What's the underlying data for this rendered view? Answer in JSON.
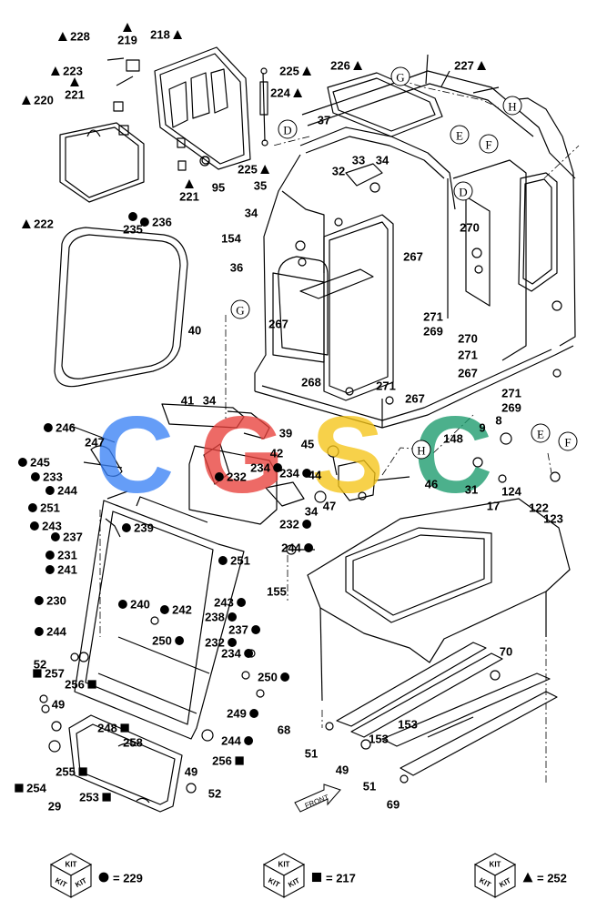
{
  "watermark": {
    "letters": [
      "C",
      "G",
      "S",
      "C"
    ],
    "colors": [
      "#3b82f6",
      "#e8413c",
      "#f5c518",
      "#1a9b6c"
    ]
  },
  "markers": {
    "circle": "●",
    "square": "■",
    "triangle": "▲"
  },
  "callouts": [
    {
      "text": "228",
      "marker": "triangle"
    },
    {
      "text": "219",
      "marker": "triangle"
    },
    {
      "text": "218",
      "marker": "triangle"
    },
    {
      "text": "223",
      "marker": "triangle"
    },
    {
      "text": "220",
      "marker": "triangle"
    },
    {
      "text": "221",
      "marker": "triangle"
    },
    {
      "text": "221",
      "marker": "triangle"
    },
    {
      "text": "95",
      "marker": ""
    },
    {
      "text": "222",
      "marker": "triangle"
    },
    {
      "text": "225",
      "marker": "triangle"
    },
    {
      "text": "224",
      "marker": "triangle"
    },
    {
      "text": "225",
      "marker": "triangle"
    },
    {
      "text": "226",
      "marker": "triangle"
    },
    {
      "text": "227",
      "marker": "triangle"
    },
    {
      "text": "37",
      "marker": ""
    },
    {
      "text": "33",
      "marker": ""
    },
    {
      "text": "34",
      "marker": ""
    },
    {
      "text": "32",
      "marker": ""
    },
    {
      "text": "35",
      "marker": ""
    },
    {
      "text": "34",
      "marker": ""
    },
    {
      "text": "154",
      "marker": ""
    },
    {
      "text": "36",
      "marker": ""
    },
    {
      "text": "267",
      "marker": ""
    },
    {
      "text": "270",
      "marker": ""
    },
    {
      "text": "271",
      "marker": ""
    },
    {
      "text": "269",
      "marker": ""
    },
    {
      "text": "270",
      "marker": ""
    },
    {
      "text": "271",
      "marker": ""
    },
    {
      "text": "267",
      "marker": ""
    },
    {
      "text": "271",
      "marker": ""
    },
    {
      "text": "269",
      "marker": ""
    },
    {
      "text": "236",
      "marker": "circle"
    },
    {
      "text": "235",
      "marker": "circle"
    },
    {
      "text": "40",
      "marker": ""
    },
    {
      "text": "267",
      "marker": ""
    },
    {
      "text": "268",
      "marker": ""
    },
    {
      "text": "271",
      "marker": ""
    },
    {
      "text": "267",
      "marker": ""
    },
    {
      "text": "41",
      "marker": ""
    },
    {
      "text": "34",
      "marker": ""
    },
    {
      "text": "39",
      "marker": ""
    },
    {
      "text": "42",
      "marker": ""
    },
    {
      "text": "234",
      "marker": "circle"
    },
    {
      "text": "234",
      "marker": "circle"
    },
    {
      "text": "232",
      "marker": "circle"
    },
    {
      "text": "45",
      "marker": ""
    },
    {
      "text": "44",
      "marker": ""
    },
    {
      "text": "34",
      "marker": ""
    },
    {
      "text": "47",
      "marker": ""
    },
    {
      "text": "46",
      "marker": ""
    },
    {
      "text": "232",
      "marker": "circle"
    },
    {
      "text": "246",
      "marker": "circle"
    },
    {
      "text": "247",
      "marker": ""
    },
    {
      "text": "245",
      "marker": "circle"
    },
    {
      "text": "233",
      "marker": "circle"
    },
    {
      "text": "244",
      "marker": "circle"
    },
    {
      "text": "251",
      "marker": "circle"
    },
    {
      "text": "243",
      "marker": "circle"
    },
    {
      "text": "237",
      "marker": "circle"
    },
    {
      "text": "239",
      "marker": "circle"
    },
    {
      "text": "231",
      "marker": "circle"
    },
    {
      "text": "241",
      "marker": "circle"
    },
    {
      "text": "230",
      "marker": "circle"
    },
    {
      "text": "240",
      "marker": "circle"
    },
    {
      "text": "242",
      "marker": "circle"
    },
    {
      "text": "251",
      "marker": "circle"
    },
    {
      "text": "243",
      "marker": "circle"
    },
    {
      "text": "238",
      "marker": "circle"
    },
    {
      "text": "237",
      "marker": "circle"
    },
    {
      "text": "155",
      "marker": ""
    },
    {
      "text": "244",
      "marker": "circle"
    },
    {
      "text": "148",
      "marker": ""
    },
    {
      "text": "9",
      "marker": ""
    },
    {
      "text": "8",
      "marker": ""
    },
    {
      "text": "31",
      "marker": ""
    },
    {
      "text": "17",
      "marker": ""
    },
    {
      "text": "124",
      "marker": ""
    },
    {
      "text": "122",
      "marker": ""
    },
    {
      "text": "123",
      "marker": ""
    },
    {
      "text": "244",
      "marker": "circle"
    },
    {
      "text": "250",
      "marker": "circle"
    },
    {
      "text": "232",
      "marker": "circle"
    },
    {
      "text": "234",
      "marker": "circle"
    },
    {
      "text": "250",
      "marker": "circle"
    },
    {
      "text": "249",
      "marker": "circle"
    },
    {
      "text": "52",
      "marker": ""
    },
    {
      "text": "257",
      "marker": "square"
    },
    {
      "text": "256",
      "marker": "square"
    },
    {
      "text": "49",
      "marker": ""
    },
    {
      "text": "248",
      "marker": "square"
    },
    {
      "text": "258",
      "marker": ""
    },
    {
      "text": "244",
      "marker": "circle"
    },
    {
      "text": "256",
      "marker": "square"
    },
    {
      "text": "49",
      "marker": ""
    },
    {
      "text": "52",
      "marker": ""
    },
    {
      "text": "255",
      "marker": "square"
    },
    {
      "text": "254",
      "marker": "square"
    },
    {
      "text": "253",
      "marker": "square"
    },
    {
      "text": "29",
      "marker": ""
    },
    {
      "text": "70",
      "marker": ""
    },
    {
      "text": "68",
      "marker": ""
    },
    {
      "text": "153",
      "marker": ""
    },
    {
      "text": "153",
      "marker": ""
    },
    {
      "text": "51",
      "marker": ""
    },
    {
      "text": "49",
      "marker": ""
    },
    {
      "text": "51",
      "marker": ""
    },
    {
      "text": "69",
      "marker": ""
    }
  ],
  "ref_circles": [
    "G",
    "D",
    "E",
    "F",
    "H",
    "D",
    "G",
    "H",
    "E",
    "F"
  ],
  "front_label": "FRONT",
  "kits": [
    {
      "icon": "KIT",
      "marker": "circle",
      "eq": "= 229"
    },
    {
      "icon": "KIT",
      "marker": "square",
      "eq": "= 217"
    },
    {
      "icon": "KIT",
      "marker": "triangle",
      "eq": "= 252"
    }
  ]
}
